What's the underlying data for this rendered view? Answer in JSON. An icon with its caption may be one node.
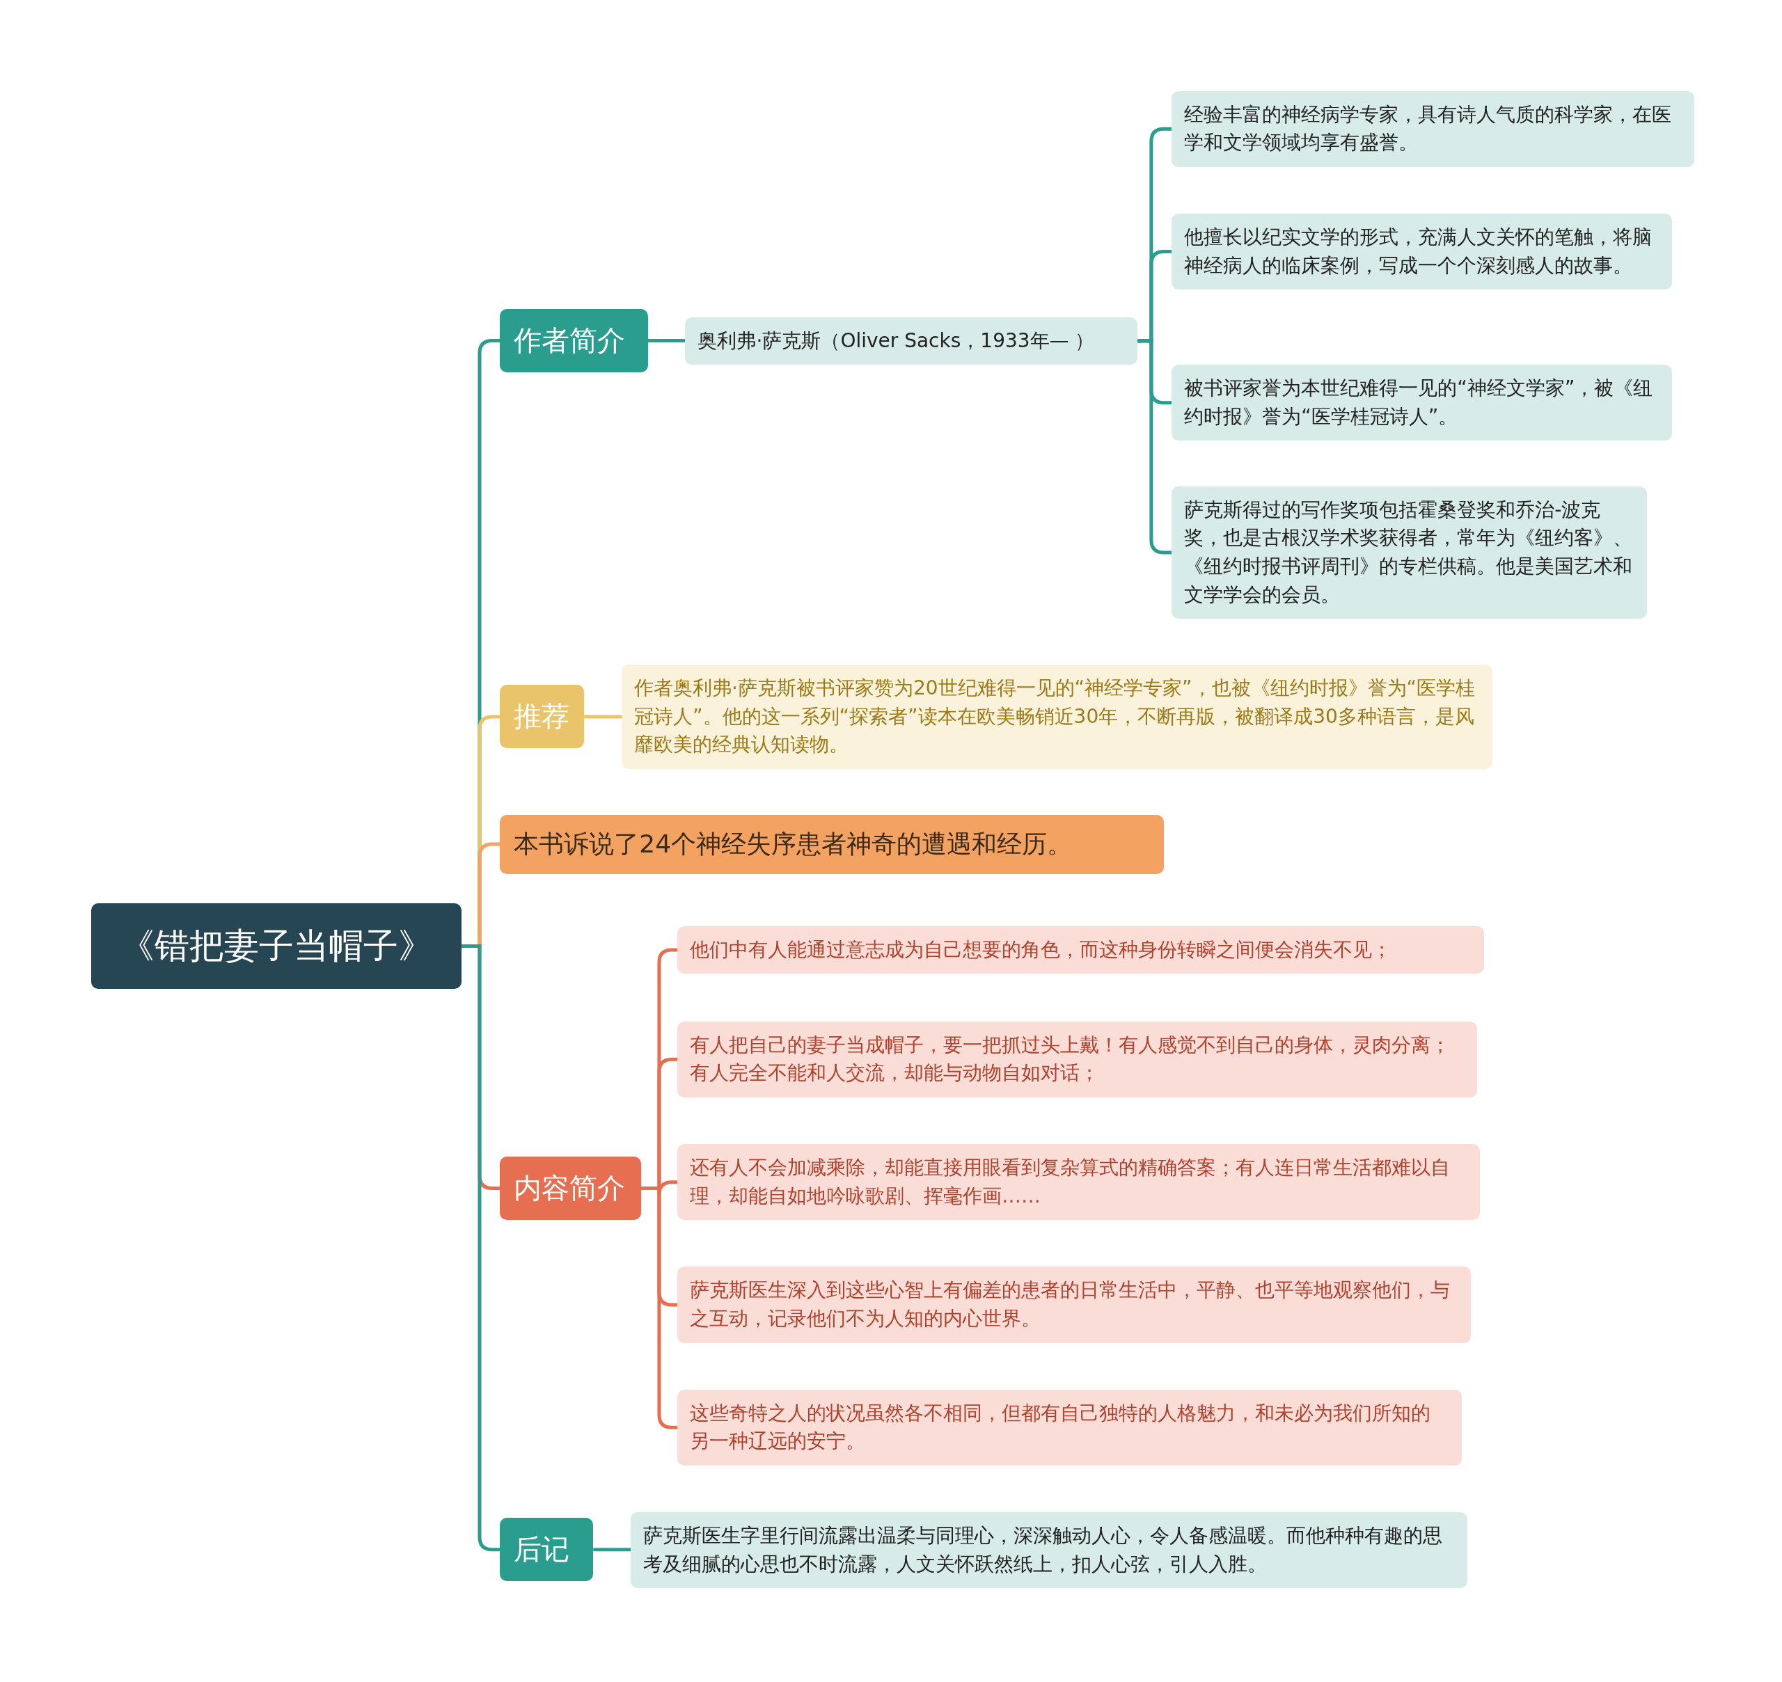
{
  "diagram": {
    "nodes": [
      {
        "text": [
          "《错把妻子当帽子》"
        ]
      },
      {
        "text": [
          "作者简介"
        ]
      },
      {
        "text": [
          "奥利弗·萨克斯（Oliver Sacks，1933年— ）"
        ]
      },
      {
        "text": [
          "经验丰富的神经病学专家，具有诗人气质的科学家，在医学和文学领域均享有盛誉。"
        ]
      },
      {
        "text": [
          "他擅长以纪实文学的形式，充满人文关怀的笔触，将脑神经病人的临床案例，写成一个个深刻感人的故事。"
        ]
      },
      {
        "text": [
          "被书评家誉为本世纪难得一见的“神经文学家”，被《纽约时报》誉为“医学桂冠诗人”。"
        ]
      },
      {
        "text": [
          "萨克斯得过的写作奖项包括霍桑登奖和乔治-波克奖，也是古根汉学术奖获得者，常年为《纽约客》、《纽约时报书评周刊》的专栏供稿。他是美国艺术和文学学会的会员。"
        ]
      },
      {
        "text": [
          "推荐"
        ]
      },
      {
        "text": [
          "作者奥利弗·萨克斯被书评家赞为20世纪难得一见的“神经学专家”，也被《纽约时报》誉为“医学桂冠诗人”。他的这一系列“探索者”读本在欧美畅销近30年，不断再版，被翻译成30多种语言，是风靡欧美的经典认知读物。"
        ]
      },
      {
        "text": [
          "本书诉说了24个神经失序患者神奇的遭遇和经历。"
        ]
      },
      {
        "text": [
          "内容简介"
        ]
      },
      {
        "text": [
          "他们中有人能通过意志成为自己想要的角色，而这种身份转瞬之间便会消失不见；"
        ]
      },
      {
        "text": [
          "有人把自己的妻子当成帽子，要一把抓过头上戴！有人感觉不到自己的身体，灵肉分离；有人完全不能和人交流，却能与动物自如对话；"
        ]
      },
      {
        "text": [
          "还有人不会加减乘除，却能直接用眼看到复杂算式的精确答案；有人连日常生活都难以自理，却能自如地吟咏歌剧、挥毫作画……"
        ]
      },
      {
        "text": [
          "萨克斯医生深入到这些心智上有偏差的患者的日常生活中，平静、也平等地观察他们，与之互动，记录他们不为人知的内心世界。"
        ]
      },
      {
        "text": [
          "这些奇特之人的状况虽然各不相同，但都有自己独特的人格魅力，和未必为我们所知的另一种辽远的安宁。"
        ]
      },
      {
        "text": [
          "后记"
        ]
      },
      {
        "text": [
          "萨克斯医生字里行间流露出温柔与同理心，深深触动人心，令人备感温暖。而他种种有趣的思考及细腻的心思也不时流露，人文关怀跃然纸上，扣人心弦，引人入胜。"
        ]
      }
    ],
    "edges": [
      {
        "from": 0,
        "to": 1,
        "arrow": "none"
      },
      {
        "from": 1,
        "to": 2,
        "arrow": "none"
      },
      {
        "from": 2,
        "to": 3,
        "arrow": "none"
      },
      {
        "from": 2,
        "to": 4,
        "arrow": "none"
      },
      {
        "from": 2,
        "to": 5,
        "arrow": "none"
      },
      {
        "from": 2,
        "to": 6,
        "arrow": "none"
      },
      {
        "from": 0,
        "to": 7,
        "arrow": "none",
        "color": "#e9c46a"
      },
      {
        "from": 7,
        "to": 8,
        "arrow": "none",
        "color": "#e9c46a"
      },
      {
        "from": 0,
        "to": 9,
        "arrow": "none",
        "color": "#f4a261"
      },
      {
        "from": 0,
        "to": 10,
        "arrow": "none",
        "color": "#e76f51"
      },
      {
        "from": 10,
        "to": 11,
        "arrow": "none",
        "color": "#e76f51"
      },
      {
        "from": 10,
        "to": 12,
        "arrow": "none",
        "color": "#e76f51"
      },
      {
        "from": 10,
        "to": 13,
        "arrow": "none",
        "color": "#e76f51"
      },
      {
        "from": 10,
        "to": 14,
        "arrow": "none",
        "color": "#e76f51"
      },
      {
        "from": 10,
        "to": 15,
        "arrow": "none",
        "color": "#e76f51"
      },
      {
        "from": 0,
        "to": 16,
        "arrow": "none"
      },
      {
        "from": 16,
        "to": 17,
        "arrow": "none"
      }
    ]
  }
}
